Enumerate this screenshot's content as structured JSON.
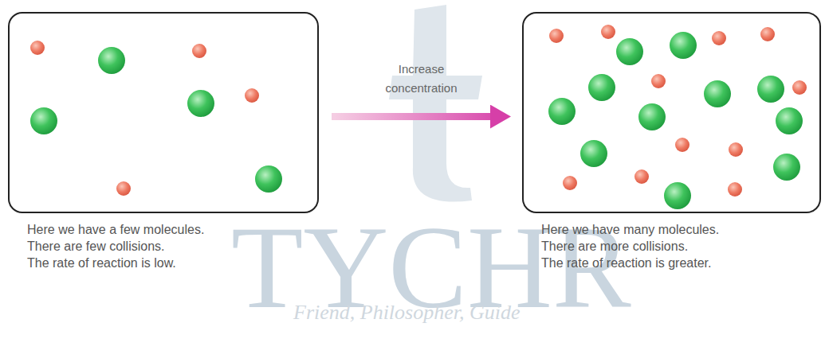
{
  "diagram": {
    "nodes": [
      {
        "text": [
          "Here we have a few molecules.",
          "There are few collisions.",
          "The rate of reaction is low."
        ]
      },
      {
        "text": [
          "Here we have many molecules.",
          "There are more collisions.",
          "The rate of reaction is greater."
        ]
      }
    ],
    "edges": [
      {
        "from": 0,
        "to": 1,
        "arrow": "to",
        "label": "Increase concentration"
      }
    ],
    "labels": [
      "TYCHR",
      "Friend, Philosopher, Guide"
    ]
  }
}
